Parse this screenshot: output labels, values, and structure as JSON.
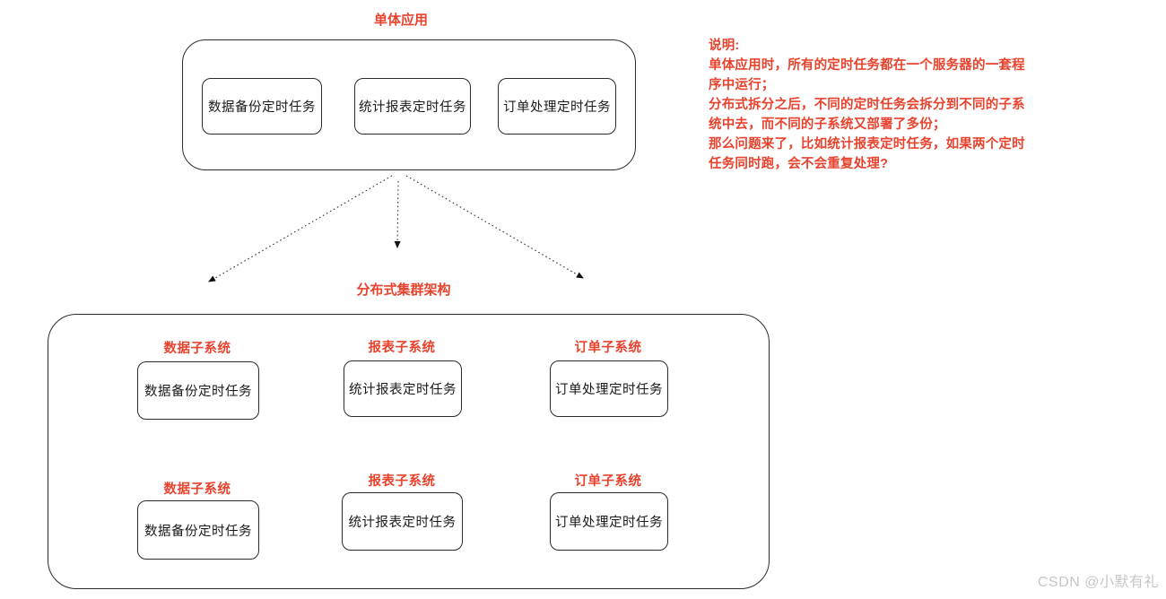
{
  "colors": {
    "accent_red": "#e8432e",
    "line_dark": "#2b2b2b",
    "watermark_gray": "#c6c6c6"
  },
  "monolith": {
    "title": "单体应用",
    "tasks": [
      "数据备份定时任务",
      "统计报表定时任务",
      "订单处理定时任务"
    ]
  },
  "cluster": {
    "title": "分布式集群架构",
    "rows": [
      {
        "systems": [
          {
            "label": "数据子系统",
            "task": "数据备份定时任务"
          },
          {
            "label": "报表子系统",
            "task": "统计报表定时任务"
          },
          {
            "label": "订单子系统",
            "task": "订单处理定时任务"
          }
        ]
      },
      {
        "systems": [
          {
            "label": "数据子系统",
            "task": "数据备份定时任务"
          },
          {
            "label": "报表子系统",
            "task": "统计报表定时任务"
          },
          {
            "label": "订单子系统",
            "task": "订单处理定时任务"
          }
        ]
      }
    ]
  },
  "note": {
    "lines": [
      "说明:",
      "单体应用时，所有的定时任务都在一个服务器的一套程",
      "序中运行；",
      "分布式拆分之后，不同的定时任务会拆分到不同的子系",
      "统中去，而不同的子系统又部署了多份；",
      "那么问题来了，比如统计报表定时任务，如果两个定时",
      "任务同时跑，会不会重复处理?"
    ]
  },
  "watermark": "CSDN @小默有礼"
}
